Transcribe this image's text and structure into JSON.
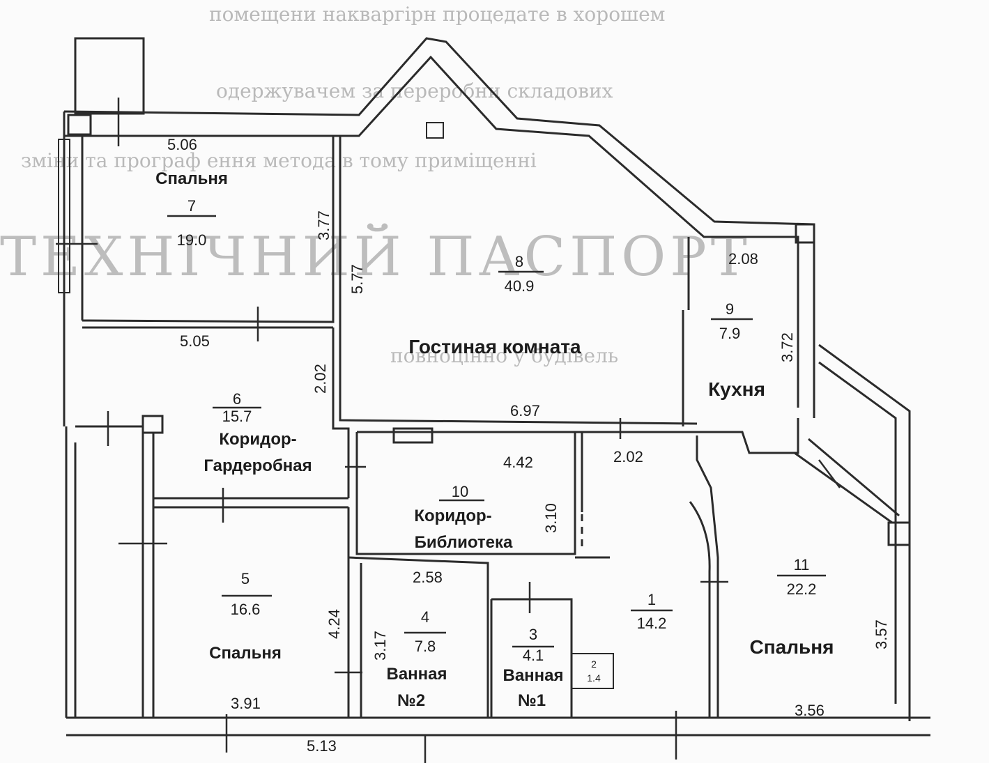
{
  "rooms": [
    {
      "id": "r7",
      "number": "7",
      "area": "19.0",
      "name": "Спальня"
    },
    {
      "id": "r6",
      "number": "6",
      "area": "15.7",
      "name": "Коридор-",
      "name2": "Гардеробная"
    },
    {
      "id": "r8",
      "number": "8",
      "area": "40.9",
      "name": "Гостиная комната"
    },
    {
      "id": "r9",
      "number": "9",
      "area": "7.9",
      "name": "Кухня"
    },
    {
      "id": "r10",
      "number": "10",
      "area": "",
      "name": "Коридор-",
      "name2": "Библиотека"
    },
    {
      "id": "r5",
      "number": "5",
      "area": "16.6",
      "name": "Спальня"
    },
    {
      "id": "r4",
      "number": "4",
      "area": "7.8",
      "name": "Ванная",
      "name2": "№2"
    },
    {
      "id": "r3",
      "number": "3",
      "area": "4.1",
      "name": "Ванная",
      "name2": "№1"
    },
    {
      "id": "r2",
      "number": "2",
      "area": "1.4",
      "name": ""
    },
    {
      "id": "r1",
      "number": "1",
      "area": "14.2",
      "name": ""
    },
    {
      "id": "r11",
      "number": "11",
      "area": "22.2",
      "name": "Спальня"
    }
  ],
  "dimensions": {
    "d_506": "5.06",
    "d_377": "3.77",
    "d_577": "5.77",
    "d_505": "5.05",
    "d_202a": "2.02",
    "d_697": "6.97",
    "d_208": "2.08",
    "d_372": "3.72",
    "d_202b": "2.02",
    "d_442": "4.42",
    "d_310": "3.10",
    "d_258": "2.58",
    "d_424": "4.24",
    "d_317": "3.17",
    "d_391": "3.91",
    "d_357": "3.57",
    "d_356": "3.56",
    "d_513": "5.13"
  },
  "colors": {
    "ink": "#1c1c1c",
    "wall": "#2b2b2b",
    "paper": "#fbfbfb",
    "ghost": "#b9b9b9"
  }
}
